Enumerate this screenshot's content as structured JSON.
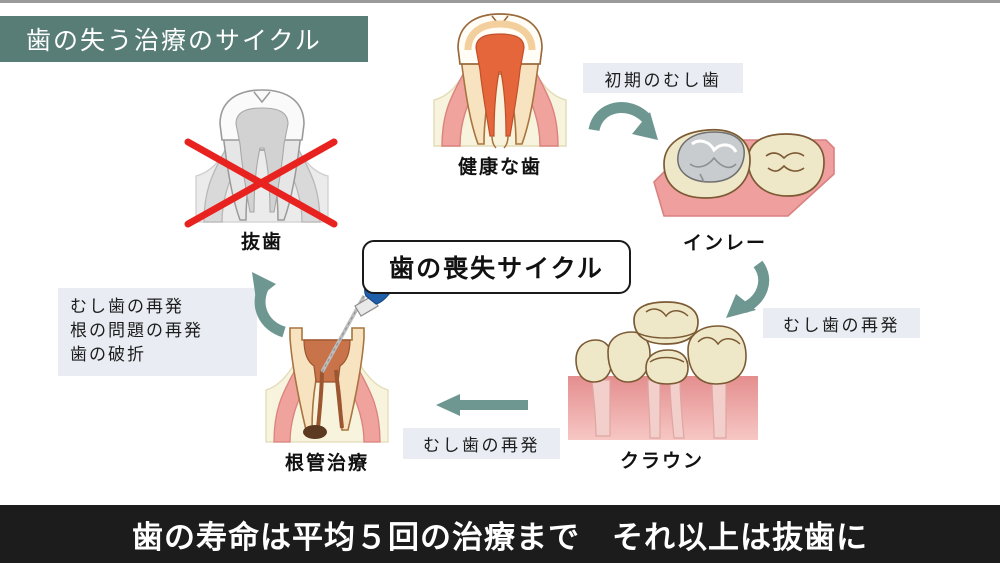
{
  "title_banner": {
    "text": "歯の失う治療のサイクル",
    "bg": "#577d76",
    "color": "#ffffff"
  },
  "center": {
    "text": "歯の喪失サイクル"
  },
  "nodes": [
    {
      "name": "healthy-tooth",
      "caption": "健康な歯"
    },
    {
      "name": "inlay",
      "caption": "インレー"
    },
    {
      "name": "crown",
      "caption": "クラウン"
    },
    {
      "name": "root-canal",
      "caption": "根管治療"
    },
    {
      "name": "extraction",
      "caption": "抜歯"
    }
  ],
  "chips": {
    "early_caries": "初期のむし歯",
    "recurrence_right": "むし歯の再発",
    "recurrence_bottom": "むし歯の再発",
    "left_reasons": [
      "むし歯の再発",
      "根の問題の再発",
      "歯の破折"
    ]
  },
  "bottom_banner": {
    "text": "歯の寿命は平均５回の治療まで　それ以上は抜歯に",
    "bg": "#1c1c1c",
    "color": "#ffffff"
  },
  "colors": {
    "arrow": "#6f9792",
    "chip_bg": "#e9edf3",
    "enamel": "#fdfbf2",
    "dentin": "#f6dcb4",
    "pulp": "#e4663a",
    "gum": "#f0a39c",
    "bone": "#f7f3dc",
    "outline": "#8a5f3c",
    "metal": "#c9ccce",
    "tooth_yellow": "#efe8c8",
    "gum_pink": "#eda0a0",
    "x_mark": "#e8231f",
    "gray_tooth": "#d9d9d9",
    "file_handle": "#1f5fa9"
  }
}
